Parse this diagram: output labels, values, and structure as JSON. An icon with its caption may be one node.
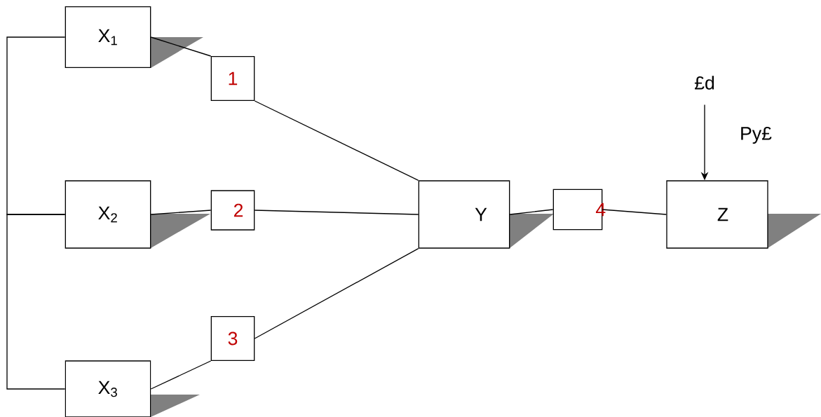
{
  "diagram": {
    "nodes": [
      {
        "text": [
          "X$_{1}$"
        ]
      },
      {
        "text": [
          "X$_{2}$"
        ]
      },
      {
        "text": [
          "X$_{3}$"
        ]
      },
      {
        "text": [
          "1"
        ]
      },
      {
        "text": [
          "2"
        ]
      },
      {
        "text": [
          "3"
        ]
      },
      {
        "text": [
          "Y"
        ]
      },
      {
        "text": [
          "4"
        ]
      },
      {
        "text": [
          "Z"
        ]
      },
      {
        "text": [
          "£d"
        ]
      }
    ],
    "edges": [
      {
        "from": 0,
        "to": 1,
        "arrow": "none"
      },
      {
        "from": 1,
        "to": 2,
        "arrow": "none"
      },
      {
        "from": 0,
        "to": 3,
        "arrow": "none"
      },
      {
        "from": 3,
        "to": 6,
        "arrow": "none"
      },
      {
        "from": 1,
        "to": 4,
        "arrow": "none"
      },
      {
        "from": 4,
        "to": 6,
        "arrow": "none"
      },
      {
        "from": 2,
        "to": 5,
        "arrow": "none"
      },
      {
        "from": 5,
        "to": 6,
        "arrow": "none"
      },
      {
        "from": 6,
        "to": 7,
        "arrow": "none"
      },
      {
        "from": 7,
        "to": 8,
        "arrow": "none"
      },
      {
        "from": 9,
        "to": 8,
        "arrow": "to"
      }
    ],
    "labels": [
      "Py£"
    ]
  }
}
